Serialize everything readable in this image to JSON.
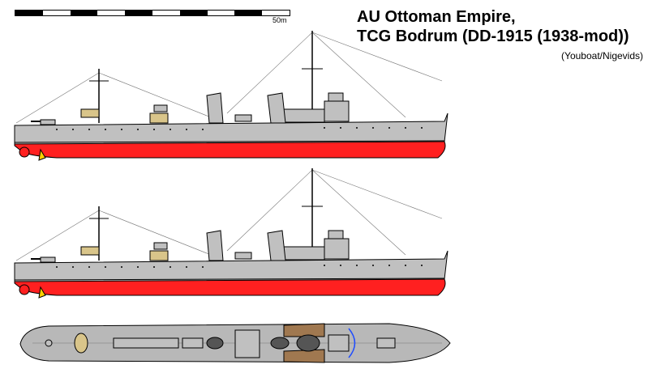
{
  "title_line1": "AU Ottoman Empire,",
  "title_line2": "TCG Bodrum (DD-1915 (1938-mod))",
  "credit": "(Youboat/Nigevids)",
  "scale_label": "50m",
  "colors": {
    "hull_grey": "#c0c0c0",
    "antifouling_red": "#ff2020",
    "deck_wood": "#d9c58a",
    "outline": "#000000",
    "deck_grey": "#b8b8b8"
  },
  "views": [
    "ship-profile-1915",
    "ship-profile-1938-mod",
    "ship-plan-view"
  ]
}
